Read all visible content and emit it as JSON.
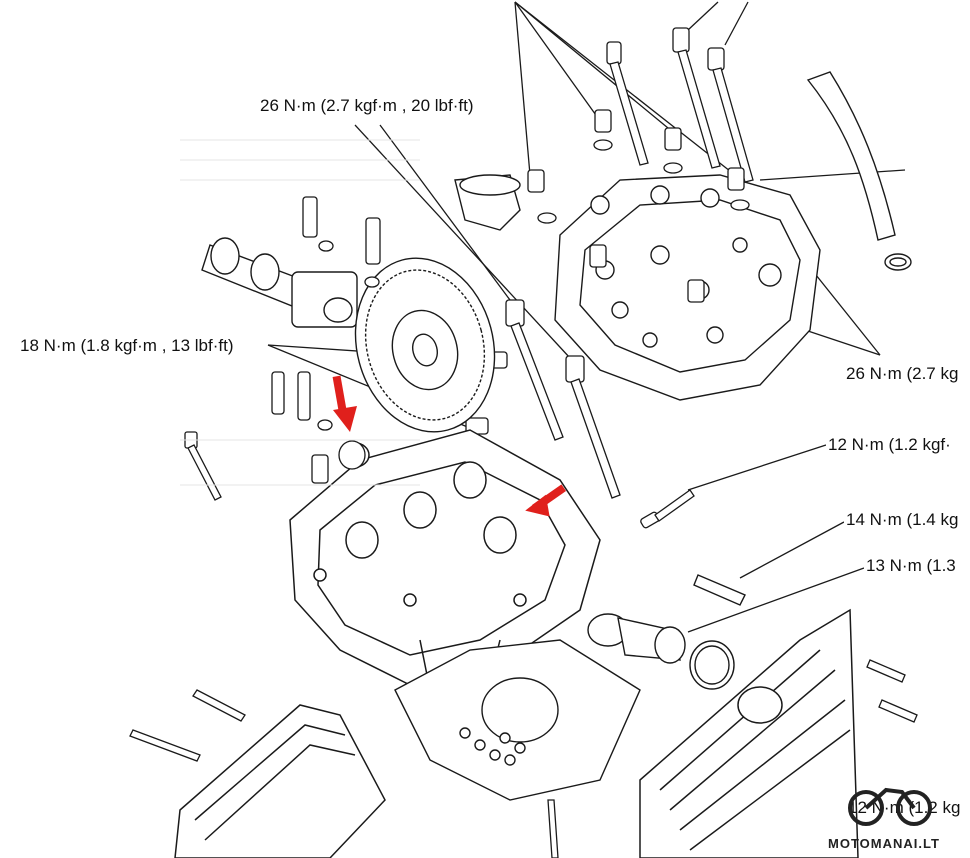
{
  "torque_labels": {
    "upper_bolts": "26 N·m (2.7 kgf·m , 20 lbf·ft)",
    "cam_sprocket_bolts": "18 N·m (1.8 kgf·m , 13 lbf·ft)",
    "rear_head_bolts": "26 N·m (2.7 kg",
    "small_bolt": "12 N·m (1.2 kgf·",
    "sensor": "14 N·m (1.4 kg",
    "plug": "13 N·m (1.3",
    "bottom_right": "12 N·m (1.2 kg"
  },
  "watermark": {
    "text": "MOTOMANAI.LT"
  },
  "colors": {
    "arrow": "#e0201c",
    "line": "#1a1a1a",
    "faint": "#d6d6d6"
  }
}
